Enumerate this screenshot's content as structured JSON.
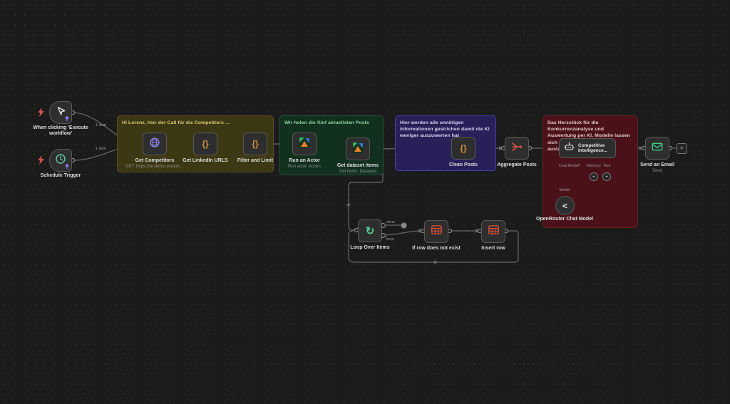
{
  "workflow": {
    "edge_label_item_top": "1 item",
    "edge_label_item_bottom": "1 item",
    "loop_output_done": "done",
    "loop_output_loop": "loop",
    "model_connector_label": "Model"
  },
  "ui": {
    "plus": "+"
  },
  "icons": {
    "braces": "{}",
    "loop": "↻",
    "openrouter": "<"
  },
  "colors": {
    "canvas_bg": "#1b1b1b",
    "node_bg": "#2e2e2e",
    "edge": "#6a6a6a",
    "sticky_yellow_bg": "#3d3814",
    "sticky_green_bg": "#12301e",
    "sticky_purple_bg": "#272059",
    "sticky_red_bg": "#4a1218",
    "accent_orange": "#d28f3f",
    "accent_green": "#3ecf8e",
    "accent_red_icon": "#d4503a",
    "accent_purple": "#8f85ea"
  },
  "stickies": {
    "yellow": {
      "text": "Hi Lorenz, hier der Call für die Competitors ..."
    },
    "green": {
      "text": "Wir holen die fünf aktuellsten Posts"
    },
    "purple": {
      "text": "Hier werden alle unnötigen Informationen gestrichen damit die KI weniger auszuwerten hat"
    },
    "red": {
      "text": "Das Herzstück für die Konkurrenzanalyse und Auswertung per KI. Modelle lassen sich einfach in Open Router austauschen."
    }
  },
  "nodes": {
    "manual_trigger": {
      "label": "When clicking 'Execute workflow'"
    },
    "schedule_trigger": {
      "label": "Schedule Trigger"
    },
    "get_competitors": {
      "label": "Get Competitors",
      "subtitle": "GET: https://sn.demo.ecoenc..."
    },
    "get_linkedin_urls": {
      "label": "Get LinkedIn URLS"
    },
    "filter_and_limit": {
      "label": "Filter and Limit"
    },
    "run_an_actor": {
      "label": "Run an Actor",
      "subtitle": "Run actor: Actors"
    },
    "get_dataset_items": {
      "label": "Get dataset items",
      "subtitle": "Get items: Datasets"
    },
    "clean_posts": {
      "label": "Clean Posts"
    },
    "aggregate_posts": {
      "label": "Aggregate Posts"
    },
    "ai_agent": {
      "label": "Competitive Intelligence...",
      "connector_chat_model": "Chat Model*",
      "connector_memory": "Memory",
      "connector_tool": "Tool"
    },
    "openrouter_chat_model": {
      "label": "OpenRouter Chat Model"
    },
    "send_an_email": {
      "label": "Send an Email",
      "subtitle": "Send"
    },
    "loop_over_items": {
      "label": "Loop Over Items"
    },
    "if_row_does_not_exist": {
      "label": "If row does not exist"
    },
    "insert_row": {
      "label": "Insert row"
    }
  }
}
